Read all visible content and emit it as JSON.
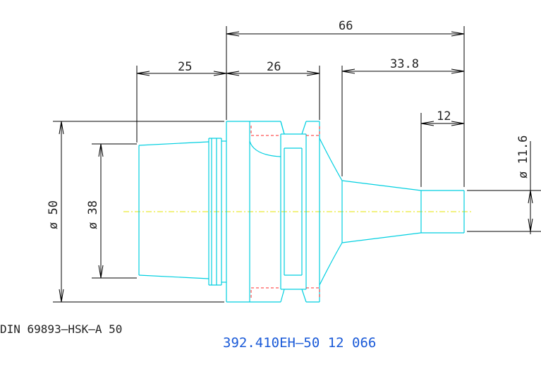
{
  "dimensions": {
    "overall_length": "66",
    "taper_length": "25",
    "flange_length": "26",
    "nose_length": "33.8",
    "tip_length": "12",
    "flange_diameter": "ø 50",
    "taper_diameter": "ø 38",
    "tip_diameter": "ø 11.6"
  },
  "labels": {
    "standard": "DIN 69893–HSK–A 50",
    "part_number": "392.410EH–50 12 066"
  },
  "colors": {
    "part_outline": "#00cfe0",
    "hidden_lines": "#ff2a2a",
    "center_axis": "#e6e600",
    "part_number_text": "#1a5ad8",
    "dimension_lines": "#000000"
  }
}
